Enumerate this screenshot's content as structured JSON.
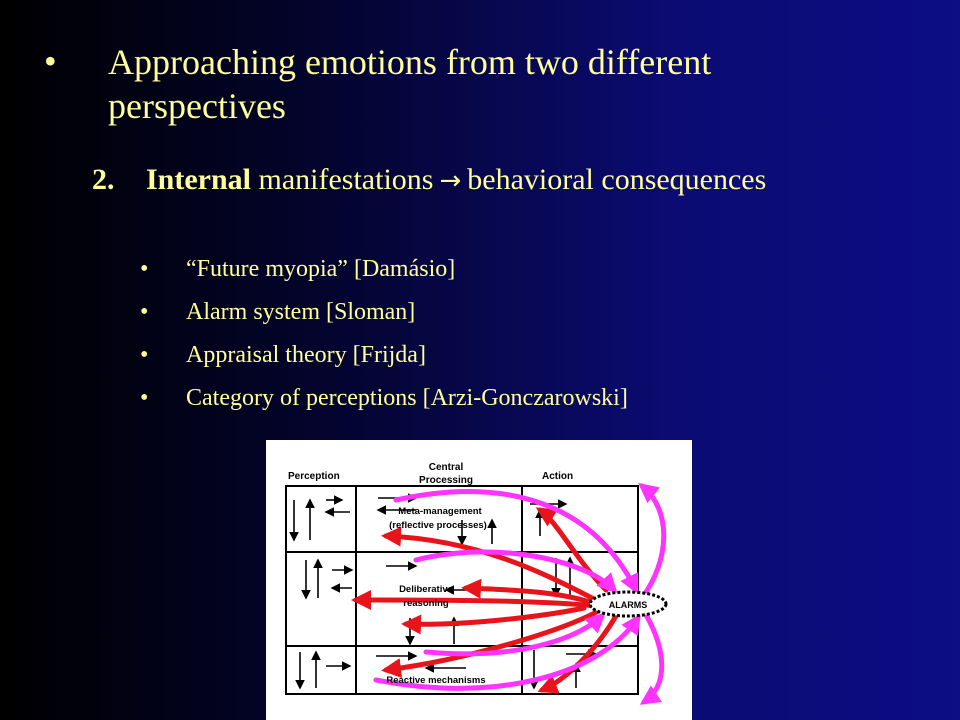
{
  "slide": {
    "bullet": "•",
    "title": "Approaching emotions from two different perspectives",
    "point": {
      "number": "2.",
      "bold_word": "Internal",
      "text_before_arrow": "manifestations",
      "arrow": "→",
      "text_after_arrow": "behavioral consequences"
    },
    "bullets": [
      "“Future myopia” [Damásio]",
      "Alarm system [Sloman]",
      "Appraisal theory [Frijda]",
      "Category of perceptions [Arzi-Gonczarowski]"
    ]
  },
  "figure": {
    "headers": {
      "perception": "Perception",
      "central_1": "Central",
      "central_2": "Processing",
      "action": "Action"
    },
    "layers": {
      "meta_1": "Meta-management",
      "meta_2": "(reflective processes)",
      "delib_1": "Deliberative",
      "delib_2": "reasoning",
      "reactive": "Reactive mechanisms"
    },
    "alarms": "ALARMS",
    "colors": {
      "red_arrows": "#e8141c",
      "magenta_arrows": "#ff33ff",
      "title_text": "#ffff99"
    }
  }
}
